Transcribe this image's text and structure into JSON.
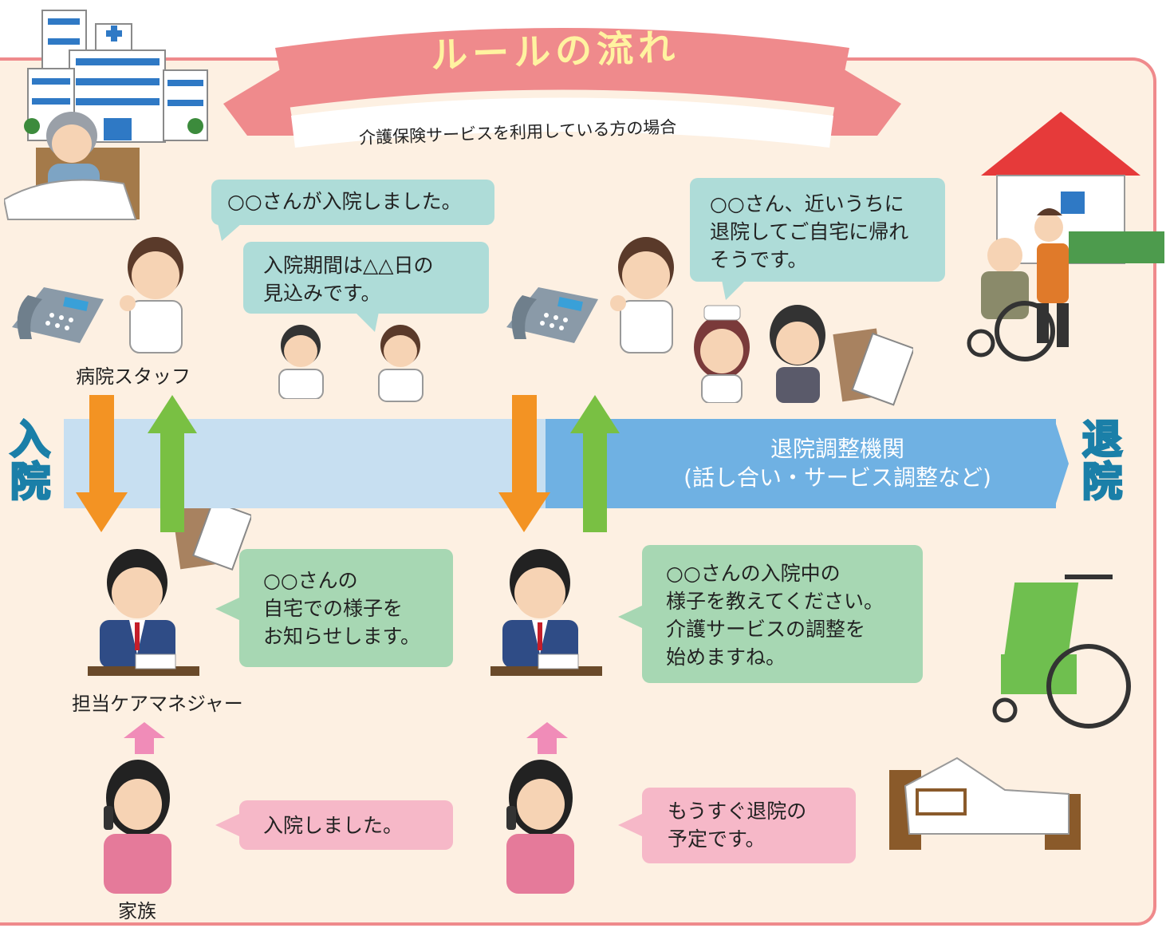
{
  "title": "ルールの流れ",
  "subtitle": "介護保険サービスを利用している方の場合",
  "left_marker": [
    "入",
    "院"
  ],
  "right_marker": [
    "退",
    "院"
  ],
  "band": {
    "line1": "退院調整機関",
    "line2": "(話し合い・サービス調整など)"
  },
  "labels": {
    "hospital_staff": "病院スタッフ",
    "care_manager": "担当ケアマネジャー",
    "family": "家族"
  },
  "bubbles": {
    "admitted_notice": "○○さんが入院しました。",
    "stay_period": [
      "入院期間は△△日の",
      "見込みです。"
    ],
    "discharge_soon": [
      "○○さん、近いうちに",
      "退院してご自宅に帰れ",
      "そうです。"
    ],
    "home_info": [
      "○○さんの",
      "自宅での様子を",
      "お知らせします。"
    ],
    "ask_condition": [
      "○○さんの入院中の",
      "様子を教えてください。",
      "介護サービスの調整を",
      "始めますね。"
    ],
    "family_admitted": "入院しました。",
    "family_discharge": [
      "もうすぐ退院の",
      "予定です。"
    ]
  },
  "colors": {
    "frame_border": "#ef8a8c",
    "background": "#fdf0e2",
    "ribbon": "#ef8a8c",
    "title_text": "#fff3a0",
    "arrow_down": "#f39323",
    "arrow_up": "#79c043",
    "arrow_family": "#f08cb8",
    "band_light": "#c7dff1",
    "band_dark": "#6fb1e3"
  }
}
